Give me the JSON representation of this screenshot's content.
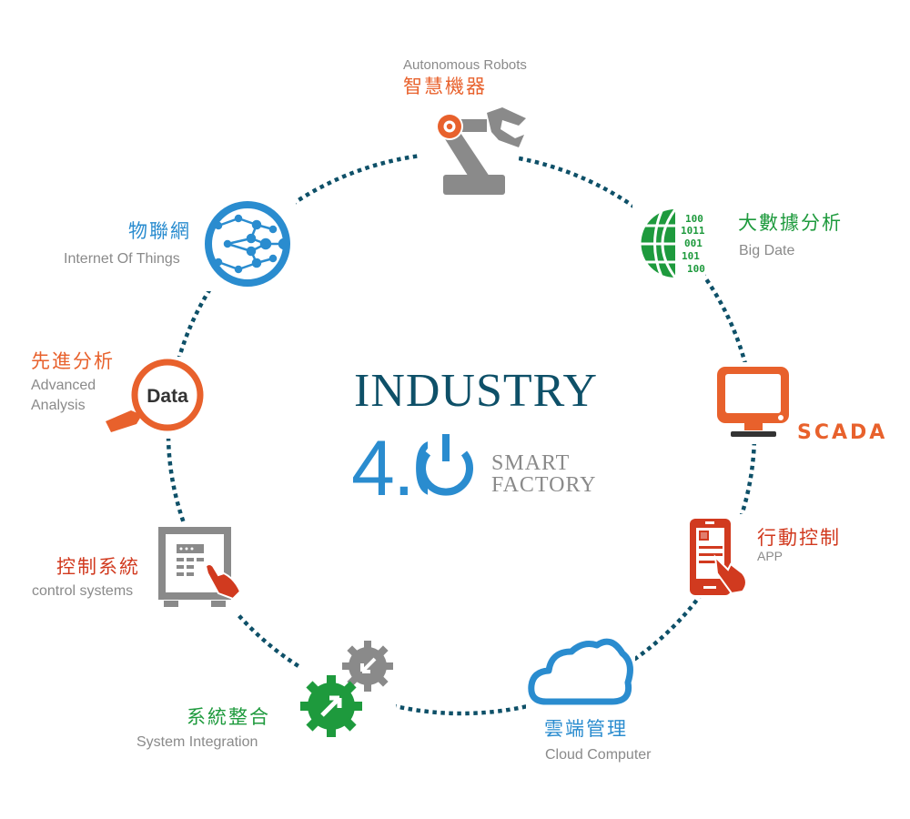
{
  "center": {
    "title": "INDUSTRY",
    "version": "4.0",
    "subtitle_line1": "SMART",
    "subtitle_line2": "FACTORY"
  },
  "nodes": [
    {
      "id": "robots",
      "zh": "智慧機器",
      "en": "Autonomous Robots",
      "icon": "robot-arm-icon",
      "color": "#e8612c"
    },
    {
      "id": "bigdata",
      "zh": "大數據分析",
      "en": "Big Date",
      "icon": "binary-globe-icon",
      "color": "#1e9a3d",
      "binary": [
        "100",
        "1011",
        "001",
        "101",
        "100"
      ]
    },
    {
      "id": "scada",
      "label": "SCADA",
      "icon": "monitor-icon",
      "color": "#e8612c"
    },
    {
      "id": "app",
      "zh": "行動控制",
      "en": "APP",
      "icon": "smartphone-touch-icon",
      "color": "#d13a1f"
    },
    {
      "id": "cloud",
      "zh": "雲端管理",
      "en": "Cloud Computer",
      "icon": "cloud-icon",
      "color": "#2a8ccf"
    },
    {
      "id": "integration",
      "zh": "系統整合",
      "en": "System Integration",
      "icon": "gears-icon",
      "color": "#1e9a3d"
    },
    {
      "id": "control",
      "zh": "控制系統",
      "en": "control systems",
      "icon": "control-panel-icon",
      "color": "#d13a1f"
    },
    {
      "id": "analysis",
      "zh": "先進分析",
      "en_line1": "Advanced",
      "en_line2": "Analysis",
      "icon": "magnifier-data-icon",
      "color": "#e8612c",
      "magnifier_text": "Data"
    },
    {
      "id": "iot",
      "zh": "物聯網",
      "en": "Internet Of Things",
      "icon": "network-globe-icon",
      "color": "#2a8ccf"
    }
  ],
  "colors": {
    "ring": "#0e5068",
    "gray": "#8a8a8a"
  }
}
